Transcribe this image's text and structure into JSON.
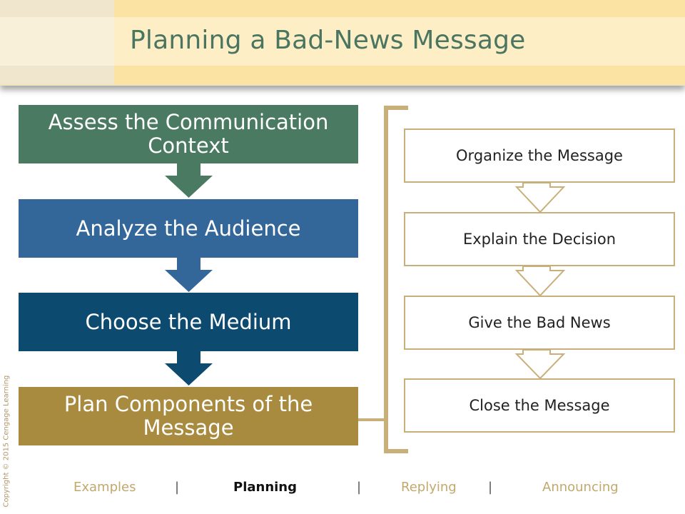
{
  "title": "Planning a Bad-News Message",
  "steps": [
    {
      "line1": "Assess the Communication",
      "line2": "Context"
    },
    {
      "line1": "Analyze the Audience",
      "line2": ""
    },
    {
      "line1": "Choose the Medium",
      "line2": ""
    },
    {
      "line1": "Plan Components of the",
      "line2": "Message"
    }
  ],
  "components": [
    "Organize the Message",
    "Explain the Decision",
    "Give the Bad News",
    "Close the Message"
  ],
  "nav": {
    "items": [
      "Examples",
      "Planning",
      "Replying",
      "Announcing"
    ],
    "separator": "|",
    "active": "Planning"
  },
  "copyright": "Copyright © 2015 Cengage Learning",
  "colors": {
    "step1": "#4a7b62",
    "step2": "#336699",
    "step3": "#0d4a70",
    "step4": "#a88b3e",
    "accent": "#c9b07a",
    "title": "#4a7561"
  }
}
